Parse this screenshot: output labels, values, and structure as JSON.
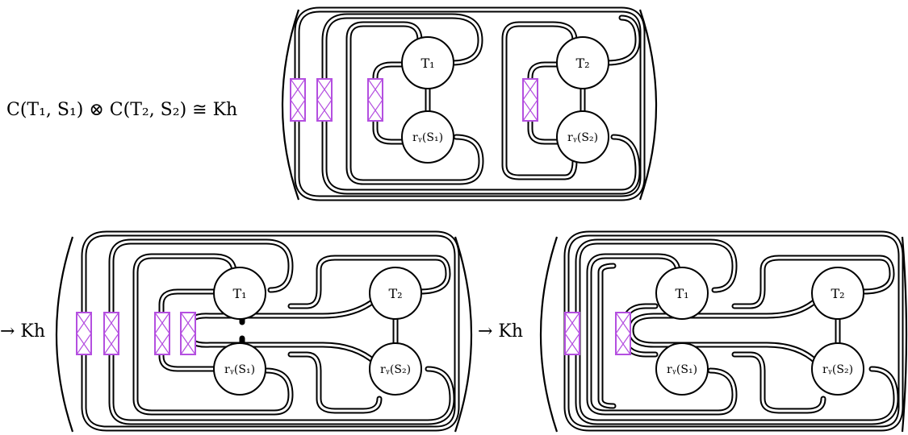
{
  "equation": {
    "lhs_text": "C(T₁, S₁) ⊗ C(T₂, S₂) ≅ Kh",
    "arrow_text_1": "→ Kh",
    "arrow_text_2": "→ Kh"
  },
  "tangles": {
    "t1": "T₁",
    "t2": "T₂",
    "s1": "rᵧ(S₁)",
    "s2": "rᵧ(S₂)"
  },
  "colors": {
    "box_stroke": "#b44fe0",
    "strand": "#000000"
  }
}
